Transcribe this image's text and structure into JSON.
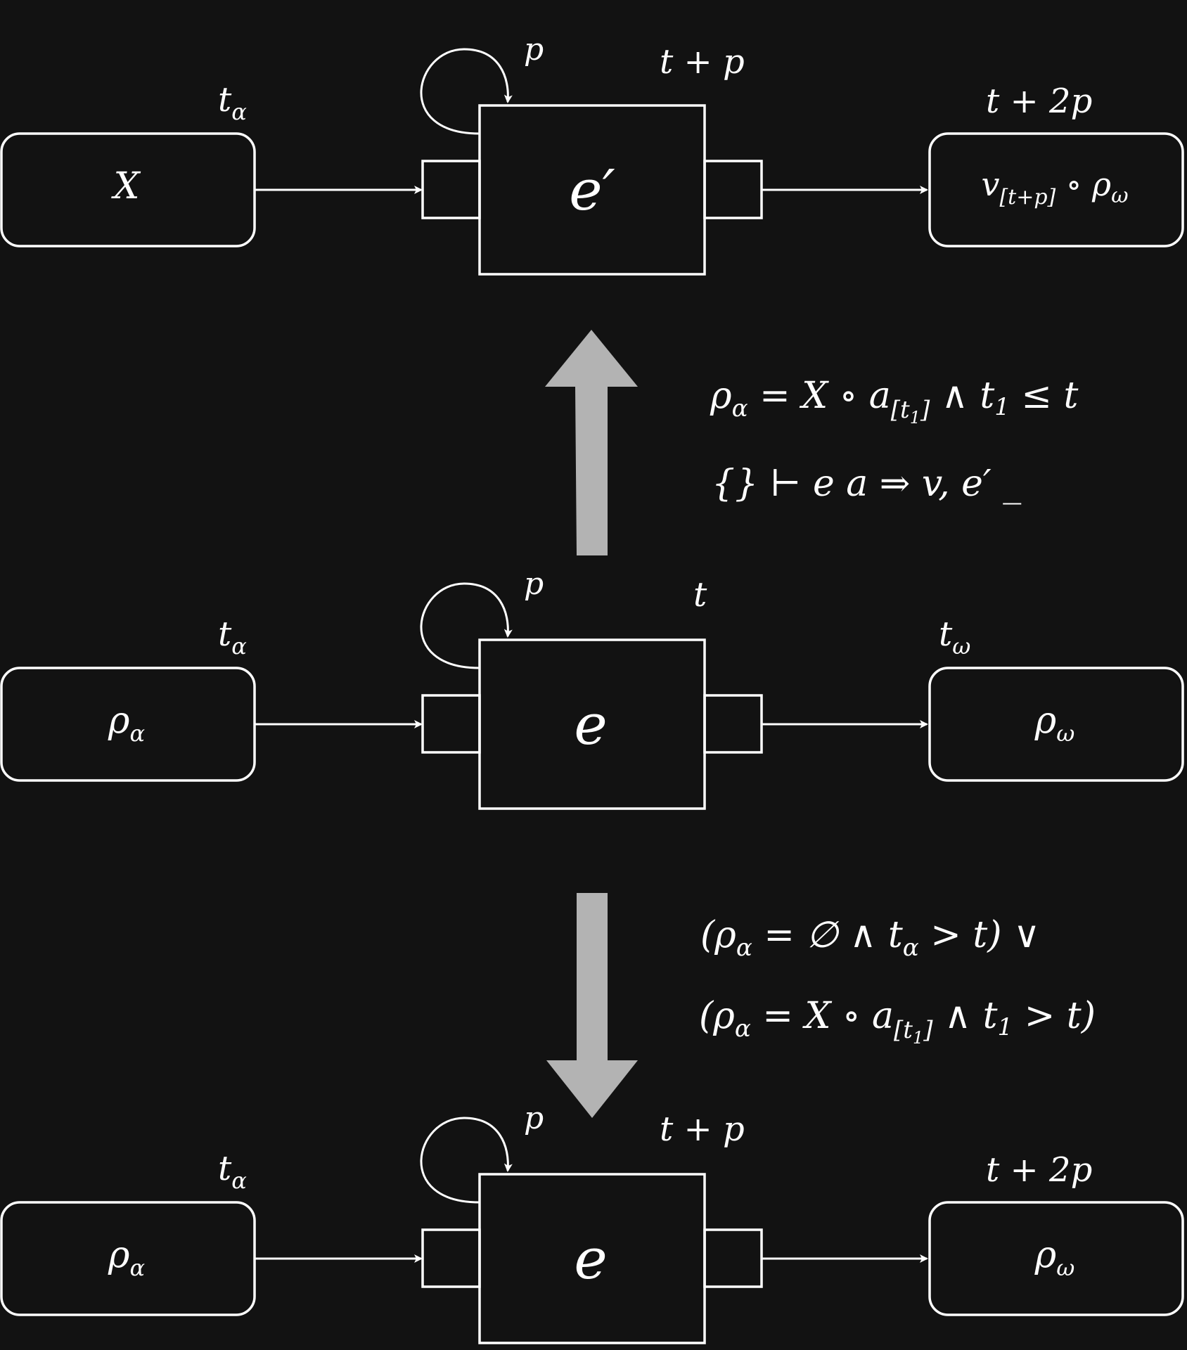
{
  "rows": [
    {
      "id": "top",
      "input": {
        "main": "X",
        "sub": ""
      },
      "input_time": {
        "main": "t",
        "sub": "α"
      },
      "node": "e′",
      "loop_label": "p",
      "node_time": "t + p",
      "output": {
        "main": "v",
        "sub": "[t+p]",
        "rest": " ∘ ρ",
        "rest_sub": "ω"
      },
      "output_time": {
        "main": "t + 2p",
        "sub": ""
      }
    },
    {
      "id": "middle",
      "input": {
        "main": "ρ",
        "sub": "α"
      },
      "input_time": {
        "main": "t",
        "sub": "α"
      },
      "node": "e",
      "loop_label": "p",
      "node_time": "t",
      "output": {
        "main": "ρ",
        "sub": "ω",
        "rest": "",
        "rest_sub": ""
      },
      "output_time": {
        "main": "t",
        "sub": "ω"
      }
    },
    {
      "id": "bottom",
      "input": {
        "main": "ρ",
        "sub": "α"
      },
      "input_time": {
        "main": "t",
        "sub": "α"
      },
      "node": "e",
      "loop_label": "p",
      "node_time": "t + p",
      "output": {
        "main": "ρ",
        "sub": "ω",
        "rest": "",
        "rest_sub": ""
      },
      "output_time": {
        "main": "t + 2p",
        "sub": ""
      }
    }
  ],
  "transitions": {
    "up": {
      "direction": "up",
      "line1": {
        "a": "ρ",
        "a_sub": "α",
        "b": " = X ∘ a",
        "b_sub": "[t",
        "b_subsub": "1",
        "b_sub_close": "]",
        "c": " ∧ t",
        "c_sub": "1",
        "d": " ≤ t"
      },
      "line2": "{} ⊢ e a ⇒ v, e′ _"
    },
    "down": {
      "direction": "down",
      "line1": {
        "a": "(ρ",
        "a_sub": "α",
        "b": " = ∅ ∧ t",
        "b_sub": "α",
        "c": " > t) ∨"
      },
      "line2": {
        "a": "(ρ",
        "a_sub": "α",
        "b": " = X ∘ a",
        "b_sub": "[t",
        "b_subsub": "1",
        "b_sub_close": "]",
        "c": " ∧ t",
        "c_sub": "1",
        "d": " > t)"
      }
    }
  },
  "colors": {
    "background": "#121212",
    "stroke": "#ffffff",
    "big_arrow": "#b3b3b3"
  }
}
